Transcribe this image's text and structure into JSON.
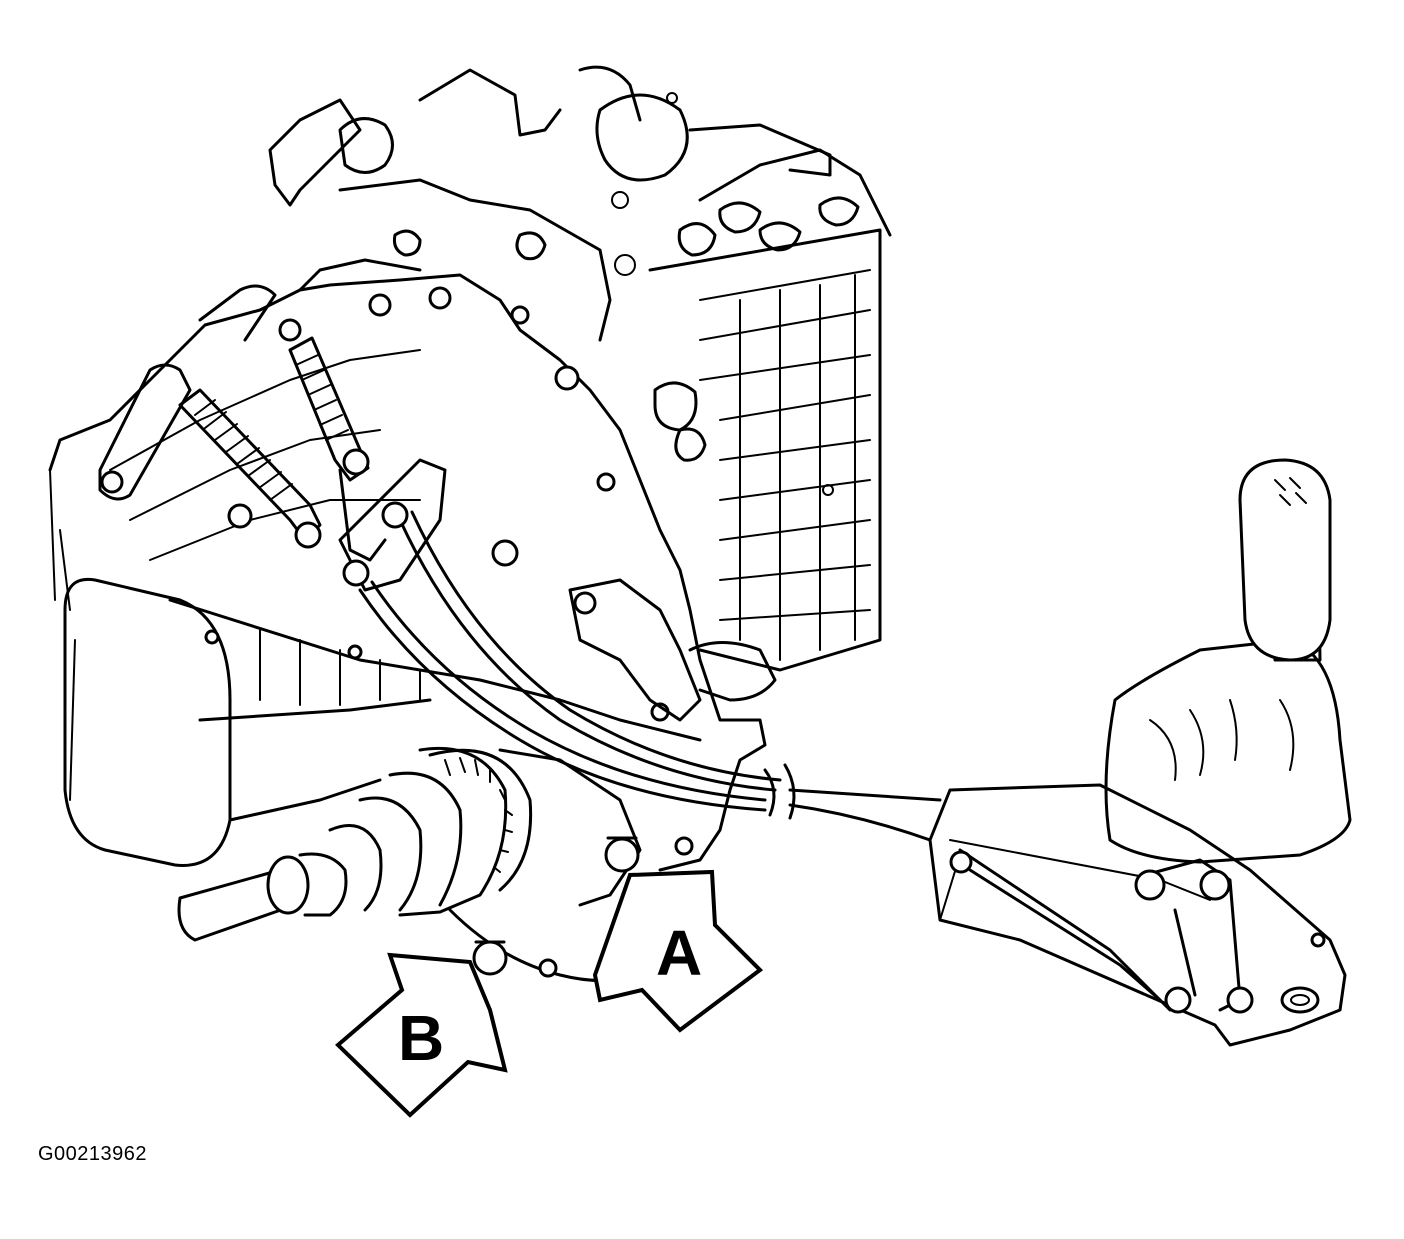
{
  "callouts": {
    "a": "A",
    "b": "B"
  },
  "figure_code": "G00213962",
  "colors": {
    "ink": "#000000",
    "background": "#ffffff"
  }
}
